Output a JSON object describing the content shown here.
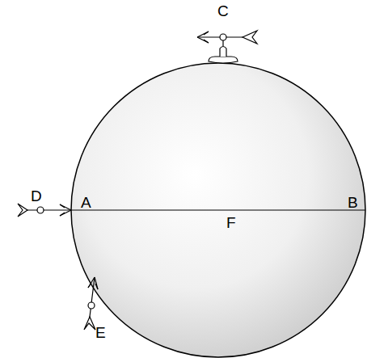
{
  "diagram": {
    "labels": [
      "C",
      "D",
      "A",
      "B",
      "F",
      "E"
    ]
  }
}
